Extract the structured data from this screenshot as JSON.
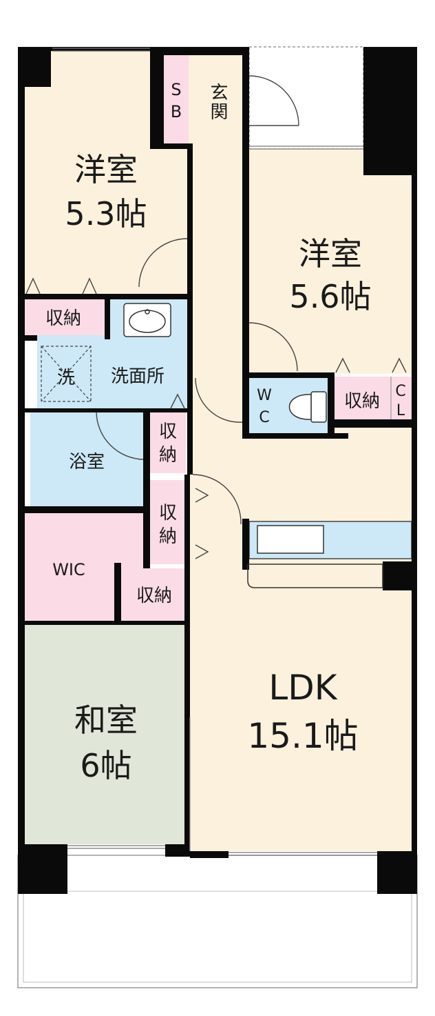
{
  "colors": {
    "wall": "#0a0a0a",
    "yoshitsu_floor": "#fbf1dd",
    "ldk_floor": "#fbf1dd",
    "washitsu_floor": "#e0e6d8",
    "wet_area": "#cde8f6",
    "storage": "#fadbe6",
    "balcony": "#ffffff"
  },
  "rooms": {
    "western_room_1": {
      "name": "洋室",
      "size": "5.3帖"
    },
    "western_room_2": {
      "name": "洋室",
      "size": "5.6帖"
    },
    "ldk": {
      "name": "LDK",
      "size": "15.1帖"
    },
    "japanese_room": {
      "name": "和室",
      "size": "6帖"
    },
    "entrance": "玄関",
    "shoe_box_s": "S",
    "shoe_box_b": "B",
    "washroom": "洗面所",
    "washer": "洗",
    "bathroom": "浴室",
    "toilet_w": "W",
    "toilet_c": "C",
    "walk_in_closet": "WIC",
    "closet_c": "C",
    "closet_l": "L",
    "storage_1": "収納",
    "storage_2": "収納",
    "storage_3a": "収",
    "storage_3b": "納",
    "storage_4a": "収",
    "storage_4b": "納",
    "storage_5": "収納"
  },
  "icons": [
    "sink-icon",
    "toilet-icon",
    "kitchen-counter-icon",
    "washer-pan-icon",
    "door-swing-icon"
  ]
}
